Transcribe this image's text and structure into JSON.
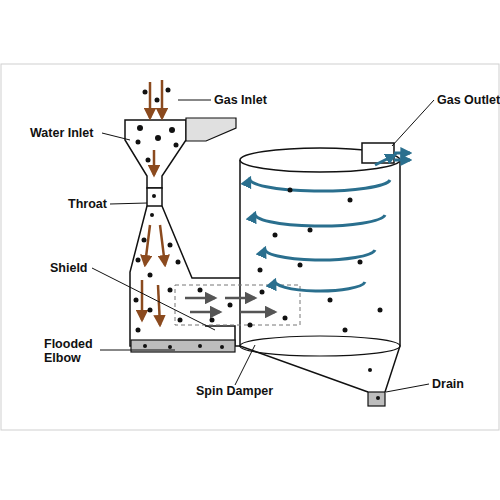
{
  "diagram": {
    "labels": [
      "Gas Inlet",
      "Water Inlet",
      "Throat",
      "Shield",
      "Flooded Elbow",
      "Spin Damper",
      "Gas Outlet",
      "Drain"
    ]
  }
}
